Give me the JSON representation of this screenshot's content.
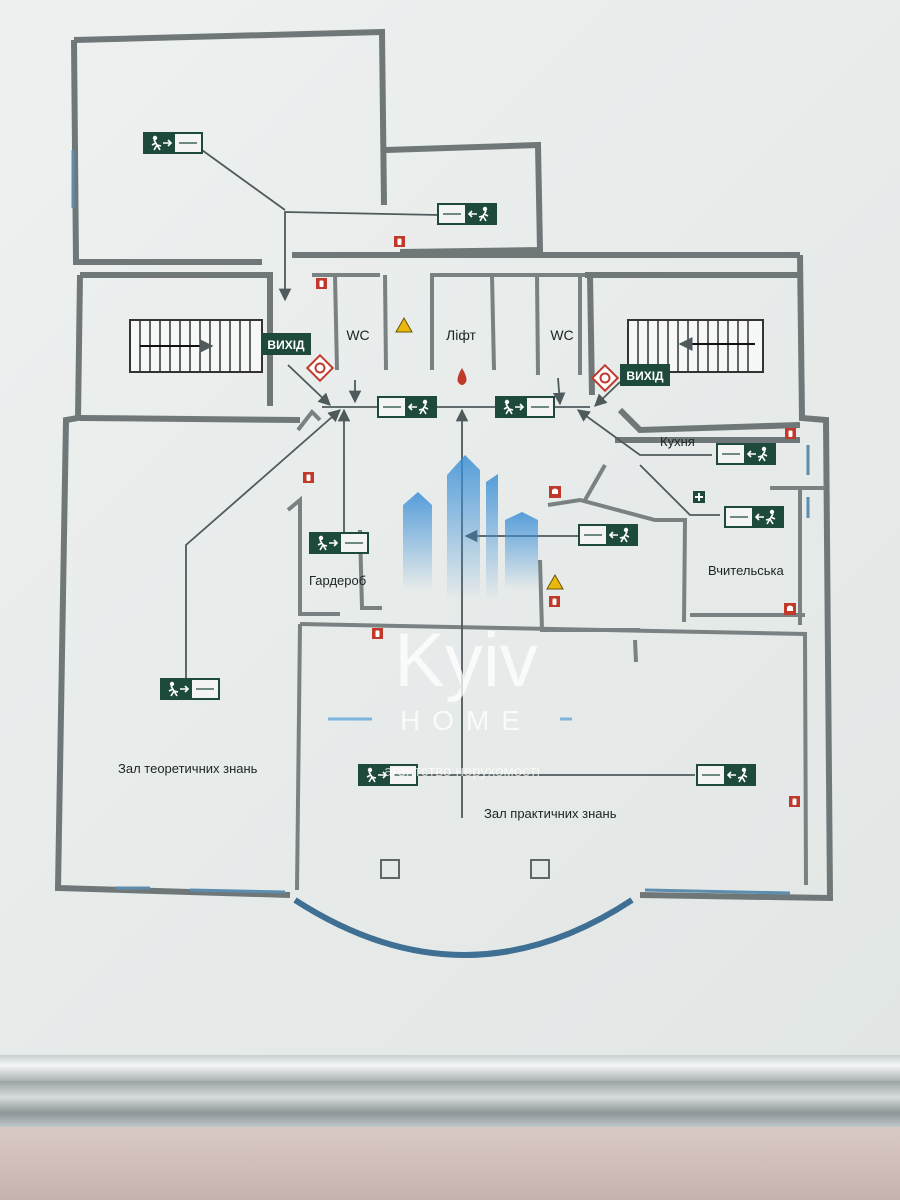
{
  "labels": {
    "wc_left": "WC",
    "wc_right": "WC",
    "lift": "Ліфт",
    "exit_left": "ВИХІД",
    "exit_right": "ВИХІД",
    "kitchen": "Кухня",
    "teachers": "Вчительська",
    "wardrobe": "Гардероб",
    "hall_theory": "Зал теоретичних знань",
    "hall_practice": "Зал практичних знань"
  },
  "watermark": {
    "brand": "Kyiv",
    "sub": "HOME",
    "tagline": "агентство нерухомості"
  },
  "colors": {
    "wall": "#707779",
    "route": "#4f5a5c",
    "sign_green": "#1e4a3c",
    "fire_red": "#c0392b",
    "window_blue": "#5c8dae",
    "warning_yellow": "#e8b80e",
    "watermark_blue": "#3b8fd6"
  }
}
